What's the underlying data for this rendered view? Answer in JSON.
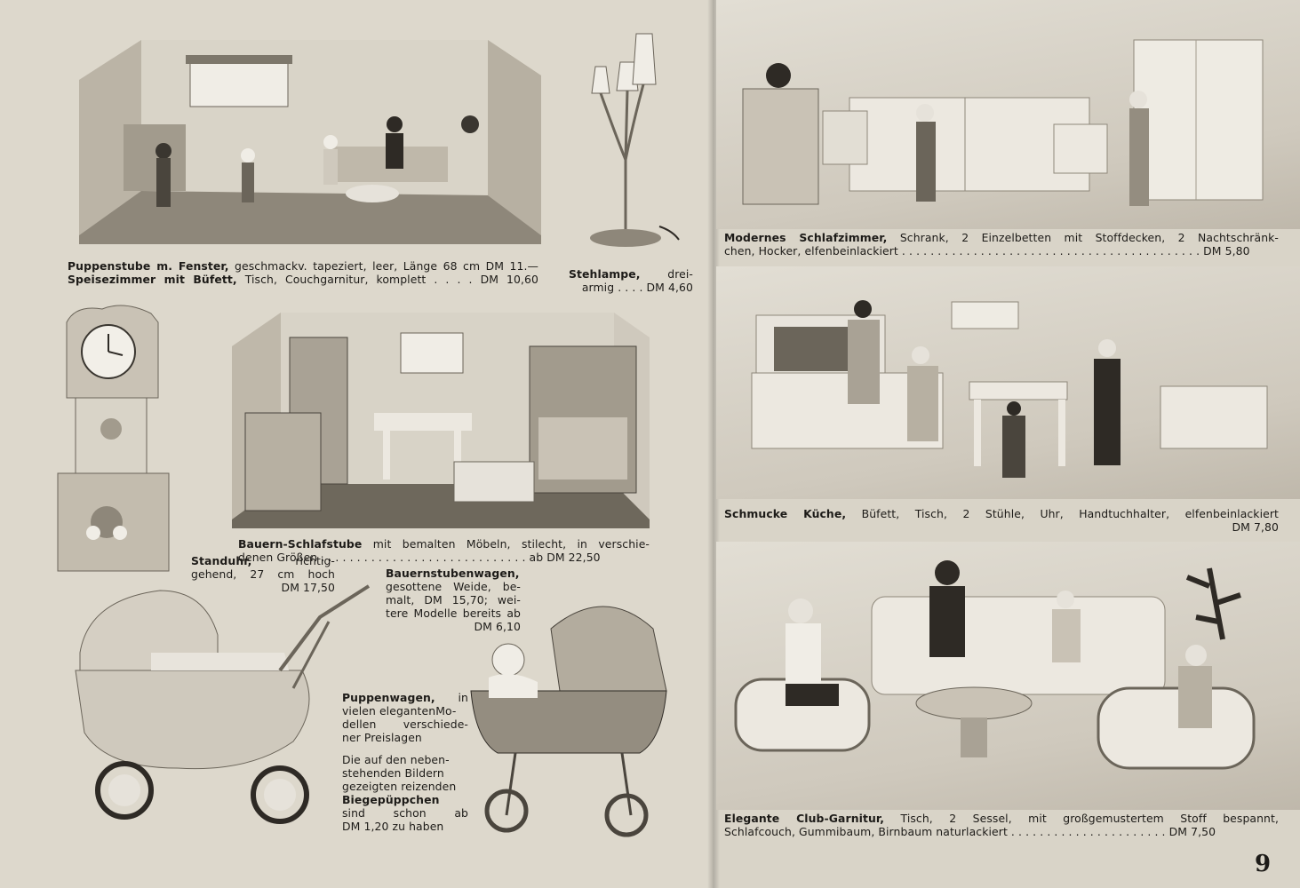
{
  "page_number": "9",
  "captions": {
    "puppenstube": {
      "line1_bold": "Puppenstube m. Fenster,",
      "line1_rest": " geschmackv. tapeziert, leer, Länge 68 cm DM 11.—",
      "line2_bold": "Speisezimmer mit Büfett,",
      "line2_rest": " Tisch, Couchgarnitur, komplett . . . . DM 10,60"
    },
    "stehlampe": {
      "line1_bold": "Stehlampe,",
      "line1_rest": " drei-",
      "line2": "armig . . . . DM 4,60"
    },
    "bauern_schlafstube": {
      "line1_bold": "Bauern-Schlafstube",
      "line1_rest": " mit bemalten Möbeln, stilecht, in verschie-",
      "line2": "denen Größen . . . . . . . . . . . . . . . . . . . . . . . . . . . . . ab DM 22,50"
    },
    "standuhr": {
      "line1_bold": "Standuhr,",
      "line1_rest": " richtig-",
      "line2": "gehend, 27 cm hoch",
      "line3": "DM 17,50"
    },
    "bauernstubenwagen": {
      "line1_bold": "Bauernstubenwagen,",
      "line2": "gesottene Weide, be-",
      "line3": "malt, DM 15,70; wei-",
      "line4": "tere Modelle bereits ab",
      "line5": "DM 6,10"
    },
    "puppenwagen": {
      "line1_bold": "Puppenwagen,",
      "line1_rest": " in",
      "line2": "vielen elegantenMo-",
      "line3": "dellen verschiede-",
      "line4": "ner Preislagen",
      "line5": "Die auf den neben-",
      "line6": "stehenden Bildern",
      "line7": "gezeigten reizenden",
      "line8_bold": "Biegepüppchen",
      "line9": "sind schon ab",
      "line10": "DM 1,20 zu haben"
    },
    "schlafzimmer": {
      "line1_bold": "Modernes Schlafzimmer,",
      "line1_rest": " Schrank, 2 Einzelbetten mit Stoffdecken, 2 Nachtschränk-",
      "line2": "chen, Hocker, elfenbeinlackiert . . . . . . . . . . . . . . . . . . . . . . . . . . . . . . . . . . . . . . . . . . DM 5,80"
    },
    "kueche": {
      "line1_bold": "Schmucke Küche,",
      "line1_rest": " Büfett, Tisch, 2 Stühle, Uhr, Handtuchhalter, elfenbeinlackiert",
      "line2": "DM 7,80"
    },
    "club": {
      "line1_bold": "Elegante Club-Garnitur,",
      "line1_rest": " Tisch, 2 Sessel, mit großgemustertem Stoff bespannt,",
      "line2": "Schlafcouch, Gummibaum, Birnbaum naturlackiert . . . . . . . . . . . . . . . . . . . . . . DM 7,50"
    }
  }
}
